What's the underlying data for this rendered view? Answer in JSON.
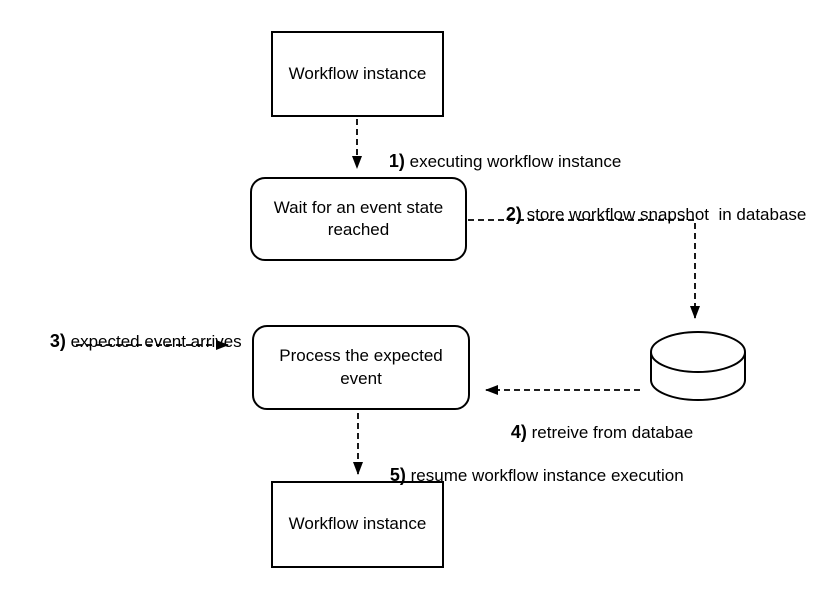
{
  "diagram": {
    "title": "Workflow event persistence diagram",
    "nodes": {
      "top": {
        "label": "Workflow instance"
      },
      "wait": {
        "label": "Wait for an event state reached"
      },
      "process": {
        "label": "Process the expected event"
      },
      "bottom": {
        "label": "Workflow instance"
      }
    },
    "labels": {
      "step1": {
        "num": "1)",
        "text": " executing workflow instance"
      },
      "step2": {
        "num": "2)",
        "text": " store workflow snapshot  in database"
      },
      "step3": {
        "num": "3)",
        "text": " expected event arrives"
      },
      "step4": {
        "num": "4)",
        "text": " retreive from databae"
      },
      "step5": {
        "num": "5)",
        "text": " resume workflow instance execution"
      }
    },
    "icons": {
      "database": "database-cylinder"
    },
    "colors": {
      "stroke": "#000000",
      "background": "#ffffff"
    }
  }
}
